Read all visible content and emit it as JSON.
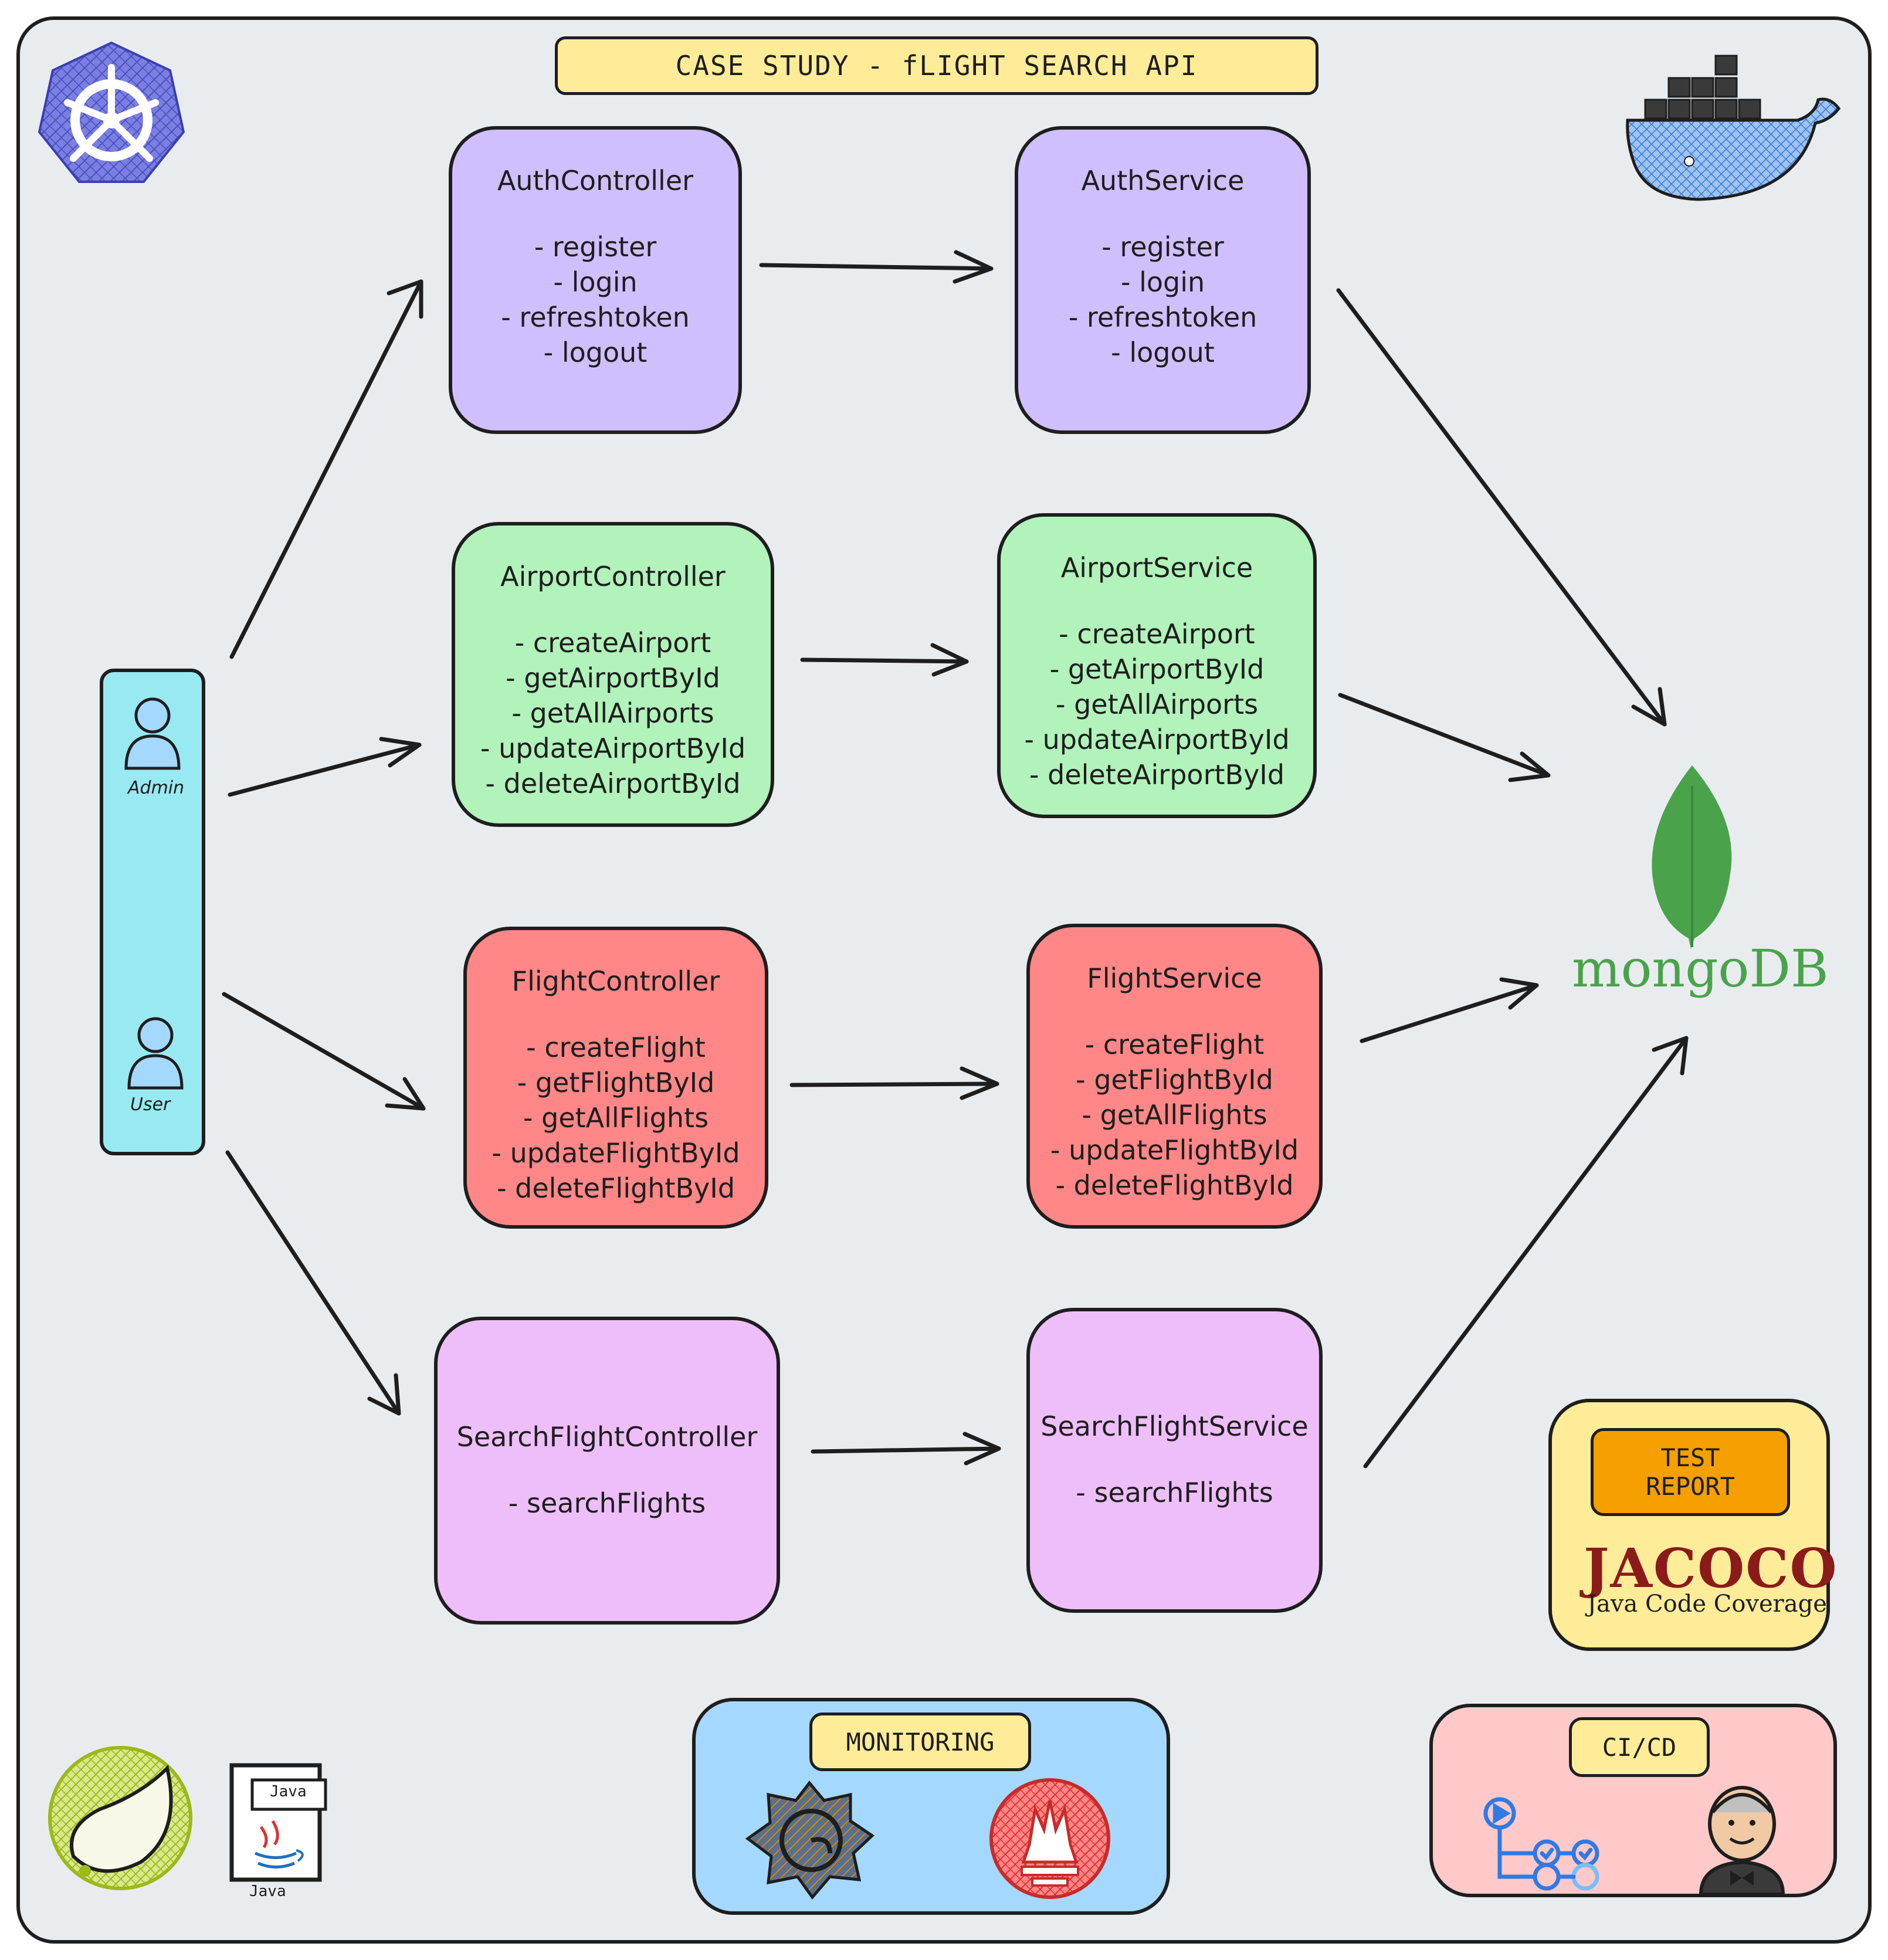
{
  "title": "CASE STUDY - fLIGHT SEARCH API",
  "actors": {
    "admin": "Admin",
    "user": "User"
  },
  "controllers": [
    {
      "name": "AuthController",
      "methods": [
        "- register",
        "- login",
        "- refreshtoken",
        "- logout"
      ],
      "color": "#d0bfff"
    },
    {
      "name": "AirportController",
      "methods": [
        "- createAirport",
        "- getAirportById",
        "- getAllAirports",
        "- updateAirportById",
        "- deleteAirportById"
      ],
      "color": "#b2f2bb"
    },
    {
      "name": "FlightController",
      "methods": [
        "- createFlight",
        "- getFlightById",
        "- getAllFlights",
        "- updateFlightById",
        "- deleteFlightById"
      ],
      "color": "#ff8787"
    },
    {
      "name": "SearchFlightController",
      "methods": [
        "- searchFlights"
      ],
      "color": "#eebefa"
    }
  ],
  "services": [
    {
      "name": "AuthService",
      "methods": [
        "- register",
        "- login",
        "- refreshtoken",
        "- logout"
      ],
      "color": "#d0bfff"
    },
    {
      "name": "AirportService",
      "methods": [
        "- createAirport",
        "- getAirportById",
        "- getAllAirports",
        "- updateAirportById",
        "- deleteAirportById"
      ],
      "color": "#b2f2bb"
    },
    {
      "name": "FlightService",
      "methods": [
        "- createFlight",
        "- getFlightById",
        "- getAllFlights",
        "- updateFlightById",
        "- deleteFlightById"
      ],
      "color": "#ff8787"
    },
    {
      "name": "SearchFlightService",
      "methods": [
        "- searchFlights"
      ],
      "color": "#eebefa"
    }
  ],
  "database": {
    "label": "mongoDB",
    "color": "#4aa34b"
  },
  "test_report": {
    "label_line1": "TEST",
    "label_line2": "REPORT",
    "jacoco": "JACOCO",
    "jacoco_sub": "Java Code Coverage"
  },
  "monitoring": {
    "label": "MONITORING"
  },
  "cicd": {
    "label": "CI/CD"
  },
  "java": {
    "top": "Java",
    "bottom": "Java"
  },
  "icons": [
    "kubernetes-icon",
    "docker-icon",
    "mongodb-leaf-icon",
    "spring-icon",
    "java-icon",
    "grafana-icon",
    "prometheus-icon",
    "github-actions-icon",
    "jenkins-icon"
  ]
}
